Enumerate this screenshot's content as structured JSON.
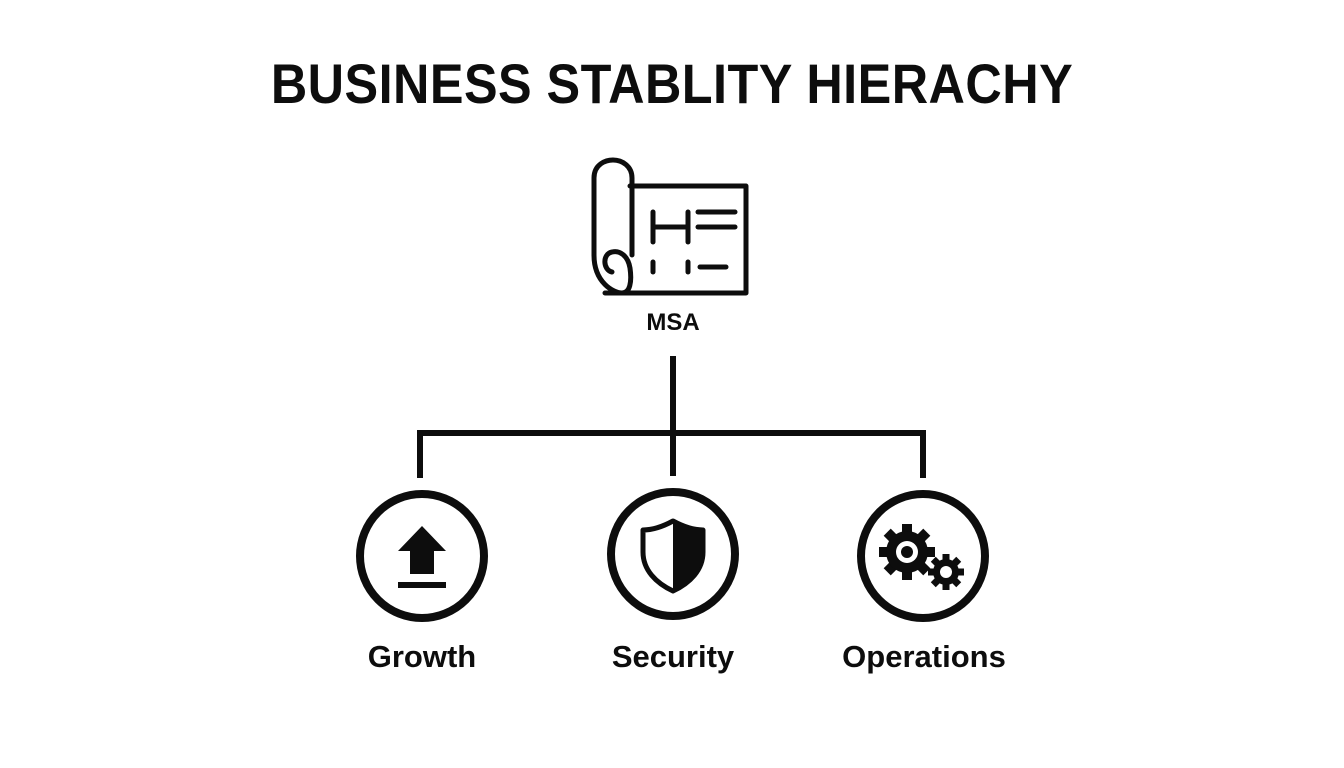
{
  "title": "BUSINESS STABLITY HIERACHY",
  "root": {
    "label": "MSA",
    "icon": "blueprint-document-icon"
  },
  "children": [
    {
      "label": "Growth",
      "icon": "upload-arrow-icon"
    },
    {
      "label": "Security",
      "icon": "shield-icon"
    },
    {
      "label": "Operations",
      "icon": "gears-icon"
    }
  ],
  "colors": {
    "stroke": "#0d0d0d",
    "background": "#ffffff"
  }
}
